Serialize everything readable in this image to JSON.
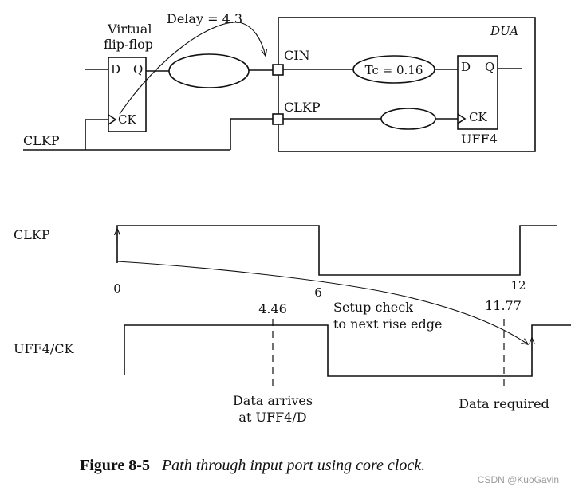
{
  "schematic": {
    "virtual_ff_label_line1": "Virtual",
    "virtual_ff_label_line2": "flip-flop",
    "delay_label": "Delay = 4.3",
    "pin_d": "D",
    "pin_q": "Q",
    "pin_ck": "CK",
    "clkp_input_label": "CLKP",
    "dua_label": "DUA",
    "cin_label": "CIN",
    "clkp_port_label": "CLKP",
    "tc_label": "Tc = 0.16",
    "uff4_pin_d": "D",
    "uff4_pin_q": "Q",
    "uff4_pin_ck": "CK",
    "uff4_label": "UFF4"
  },
  "timing": {
    "clkp_row_label": "CLKP",
    "uff4ck_row_label": "UFF4/CK",
    "tick_0": "0",
    "tick_6": "6",
    "tick_12": "12",
    "arrival_value": "4.46",
    "required_value": "11.77",
    "setup_note_line1": "Setup check",
    "setup_note_line2": "to next rise edge",
    "arrival_note_line1": "Data arrives",
    "arrival_note_line2": "at UFF4/D",
    "required_note": "Data required"
  },
  "caption": {
    "figure_number": "Figure 8-5",
    "figure_title": "Path through input port using core clock."
  },
  "watermark": "CSDN @KuoGavin"
}
